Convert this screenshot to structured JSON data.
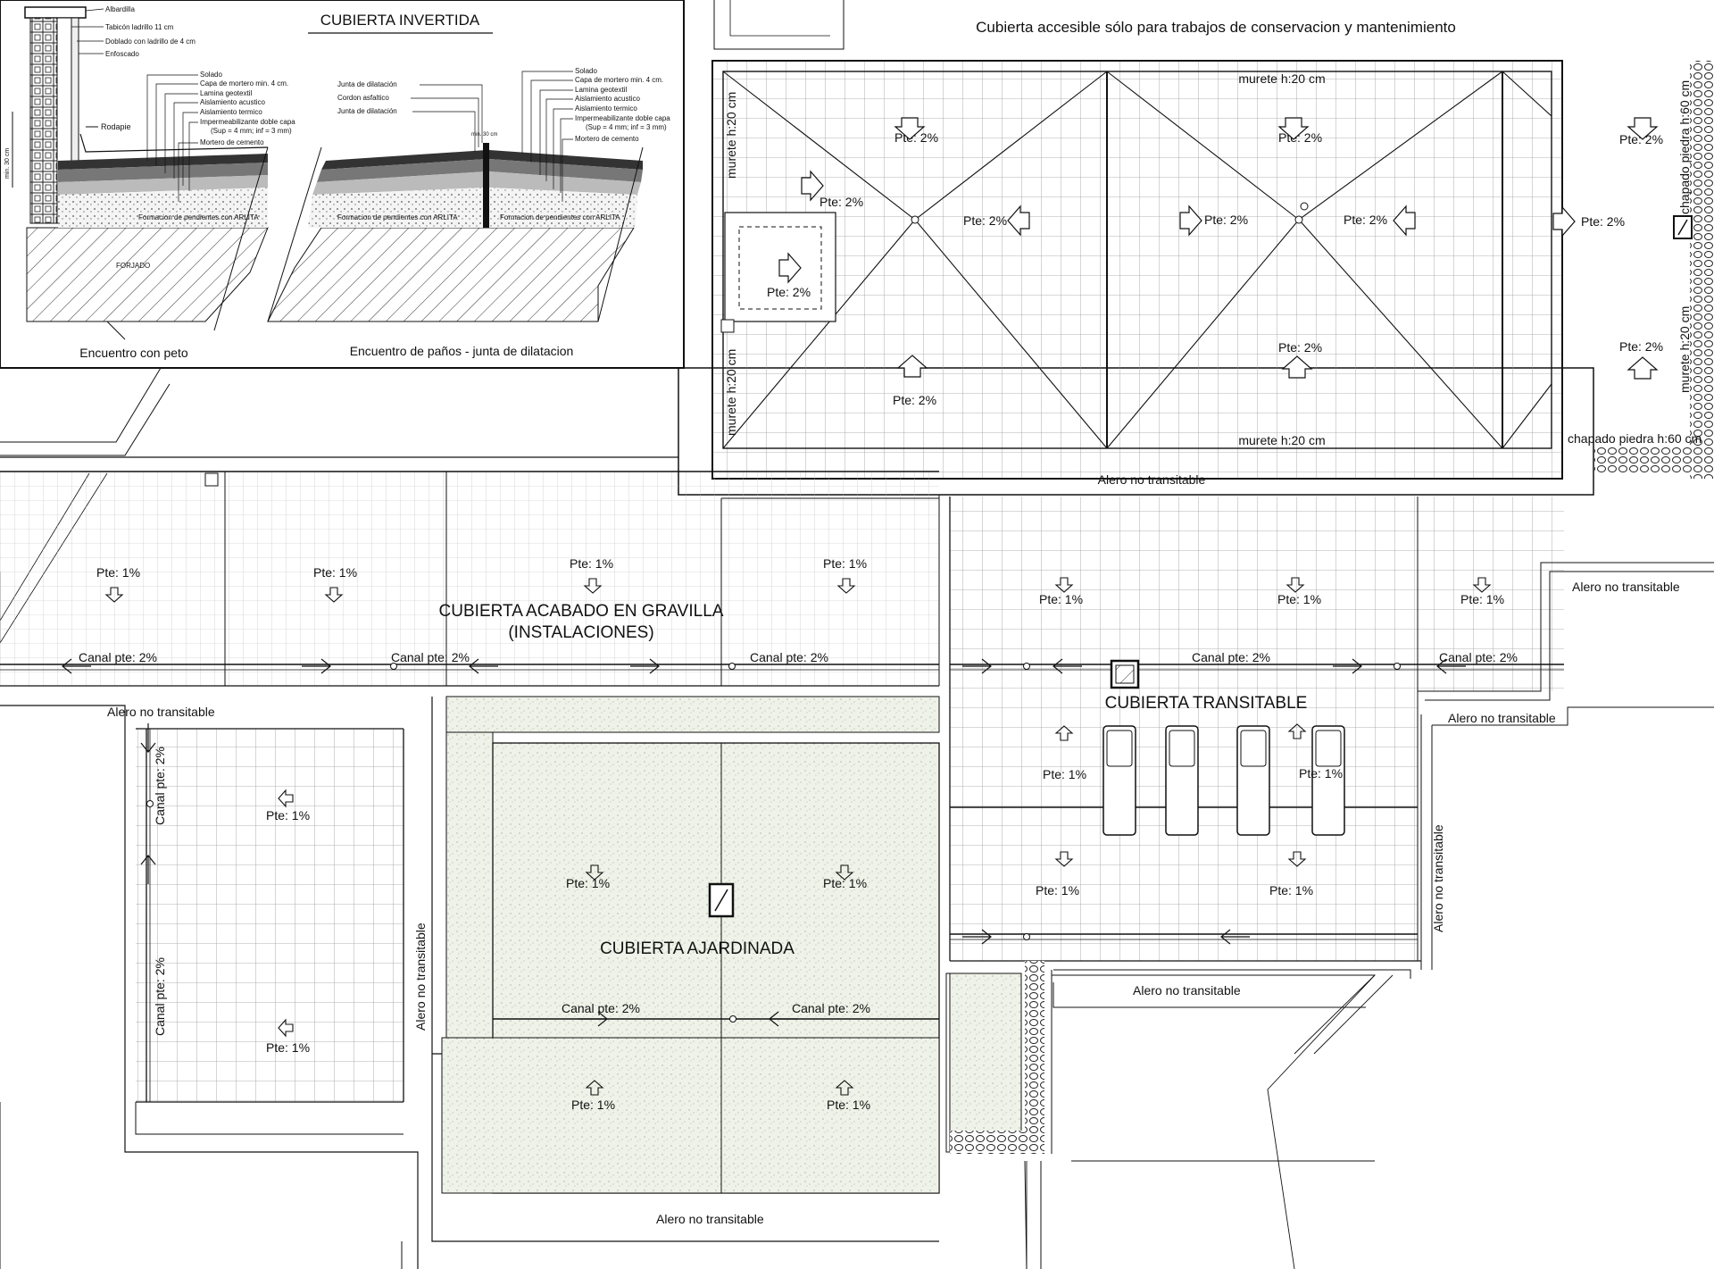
{
  "detail": {
    "title": "CUBIERTA INVERTIDA",
    "caption_left": "Encuentro con peto",
    "caption_right": "Encuentro de paños - junta de dilatacion",
    "left_layers_top": [
      "Albardilla",
      "Tabicón ladrillo 11 cm",
      "Doblado con ladrillo de 4 cm",
      "Enfoscado"
    ],
    "layers": [
      "Solado",
      "Capa de mortero min. 4 cm.",
      "Lamina geotextil",
      "Aislamiento acustico",
      "Aislamiento termico",
      "Impermeabilizante doble capa",
      "(Sup = 4 mm; inf = 3 mm)",
      "Mortero de cemento"
    ],
    "rodapie": "Rodapie",
    "min_dim": "min. 30 cm",
    "fill_label": "Formacion de pendientes con ARLITA",
    "slab": "FORJADO",
    "joint_labels": [
      "Junta de dilatación",
      "Cordon asfaltico",
      "Junta de dilatación"
    ]
  },
  "plan": {
    "top_title": "Cubierta accesible sólo para trabajos de conservacion y mantenimiento",
    "murete": "murete h:20 cm",
    "chapado": "chapado piedra h:60 cm",
    "pte2": "Pte: 2%",
    "pte1": "Pte: 1%",
    "canal": "Canal pte: 2%",
    "alero": "Alero no transitable",
    "gravilla_1": "CUBIERTA ACABADO EN GRAVILLA",
    "gravilla_2": "(INSTALACIONES)",
    "transitable": "CUBIERTA TRANSITABLE",
    "ajardinada": "CUBIERTA AJARDINADA"
  },
  "colors": {
    "line": "#111111",
    "grid": "#9a9a9a",
    "garden": "#e9eee2",
    "background": "#ffffff"
  }
}
